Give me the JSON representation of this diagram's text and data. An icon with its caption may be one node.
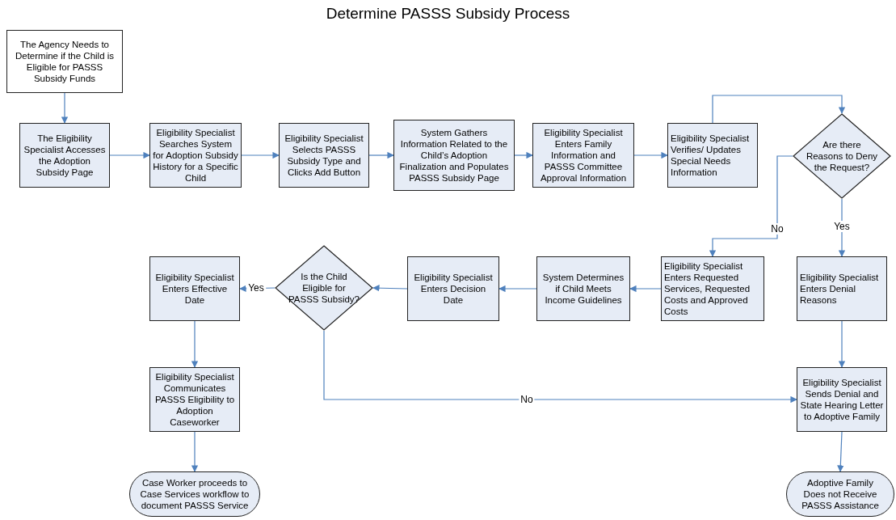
{
  "diagram": {
    "title": "Determine PASSS Subsidy Process",
    "nodes": [
      {
        "text": [
          "The Agency Needs to Determine if the Child is Eligible for PASSS Subsidy Funds"
        ]
      },
      {
        "text": [
          "The Eligibility Specialist Accesses the Adoption Subsidy Page"
        ]
      },
      {
        "text": [
          "Eligibility Specialist Searches System for Adoption Subsidy History for a Specific Child"
        ]
      },
      {
        "text": [
          "Eligibility Specialist Selects PASSS Subsidy Type and Clicks Add Button"
        ]
      },
      {
        "text": [
          "System Gathers Information Related to the Child’s Adoption Finalization and Populates PASSS Subsidy Page"
        ]
      },
      {
        "text": [
          "Eligibility Specialist Enters Family Information and PASSS Committee Approval Information"
        ]
      },
      {
        "text": [
          "Eligibility Specialist Verifies/ Updates Special Needs Information"
        ]
      },
      {
        "text": [
          "Are there Reasons to Deny the Request?"
        ]
      },
      {
        "text": [
          "Eligibility Specialist Enters Requested Services, Requested Costs and Approved Costs"
        ]
      },
      {
        "text": [
          "Eligibility Specialist Enters Denial Reasons"
        ]
      },
      {
        "text": [
          "System Determines if Child Meets Income Guidelines"
        ]
      },
      {
        "text": [
          "Eligibility Specialist Enters Decision Date"
        ]
      },
      {
        "text": [
          "Is the Child Eligible for PASSS Subsidy?"
        ]
      },
      {
        "text": [
          "Eligibility Specialist Enters Effective Date"
        ]
      },
      {
        "text": [
          "Eligibility Specialist Communicates PASSS Eligibility to Adoption Caseworker"
        ]
      },
      {
        "text": [
          "Case Worker proceeds to Case Services workflow to document PASSS Service"
        ]
      },
      {
        "text": [
          "Eligibility Specialist Sends Denial and State Hearing Letter to Adoptive Family"
        ]
      },
      {
        "text": [
          "Adoptive Family Does not Receive PASSS Assistance"
        ]
      }
    ],
    "edges": [
      {
        "from": 0,
        "to": 1,
        "arrow": "to"
      },
      {
        "from": 1,
        "to": 2,
        "arrow": "to"
      },
      {
        "from": 2,
        "to": 3,
        "arrow": "to"
      },
      {
        "from": 3,
        "to": 4,
        "arrow": "to"
      },
      {
        "from": 4,
        "to": 5,
        "arrow": "to"
      },
      {
        "from": 5,
        "to": 6,
        "arrow": "to"
      },
      {
        "from": 6,
        "to": 7,
        "arrow": "to"
      },
      {
        "from": 7,
        "to": 8,
        "arrow": "to",
        "label": "No"
      },
      {
        "from": 7,
        "to": 9,
        "arrow": "to",
        "label": "Yes"
      },
      {
        "from": 8,
        "to": 10,
        "arrow": "to"
      },
      {
        "from": 10,
        "to": 11,
        "arrow": "to"
      },
      {
        "from": 11,
        "to": 12,
        "arrow": "to"
      },
      {
        "from": 12,
        "to": 13,
        "arrow": "to",
        "label": "Yes"
      },
      {
        "from": 13,
        "to": 14,
        "arrow": "to"
      },
      {
        "from": 14,
        "to": 15,
        "arrow": "to"
      },
      {
        "from": 12,
        "to": 16,
        "arrow": "to",
        "label": "No"
      },
      {
        "from": 9,
        "to": 16,
        "arrow": "to"
      },
      {
        "from": 16,
        "to": 17,
        "arrow": "to"
      }
    ]
  }
}
